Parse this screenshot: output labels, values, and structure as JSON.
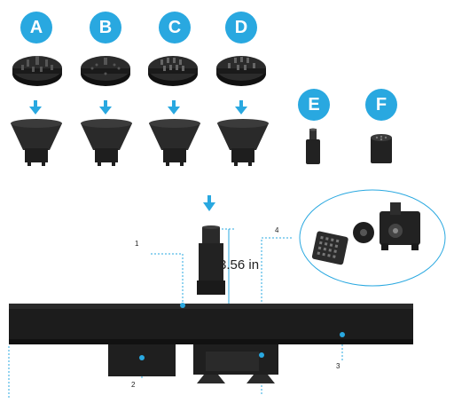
{
  "nozzle_labels": [
    "A",
    "B",
    "C",
    "D",
    "E",
    "F"
  ],
  "height_label": "3.56 in",
  "part_numbers": [
    "1",
    "2",
    "3",
    "4"
  ],
  "colors": {
    "accent": "#29a8e0",
    "body": "#1c1c1c"
  }
}
